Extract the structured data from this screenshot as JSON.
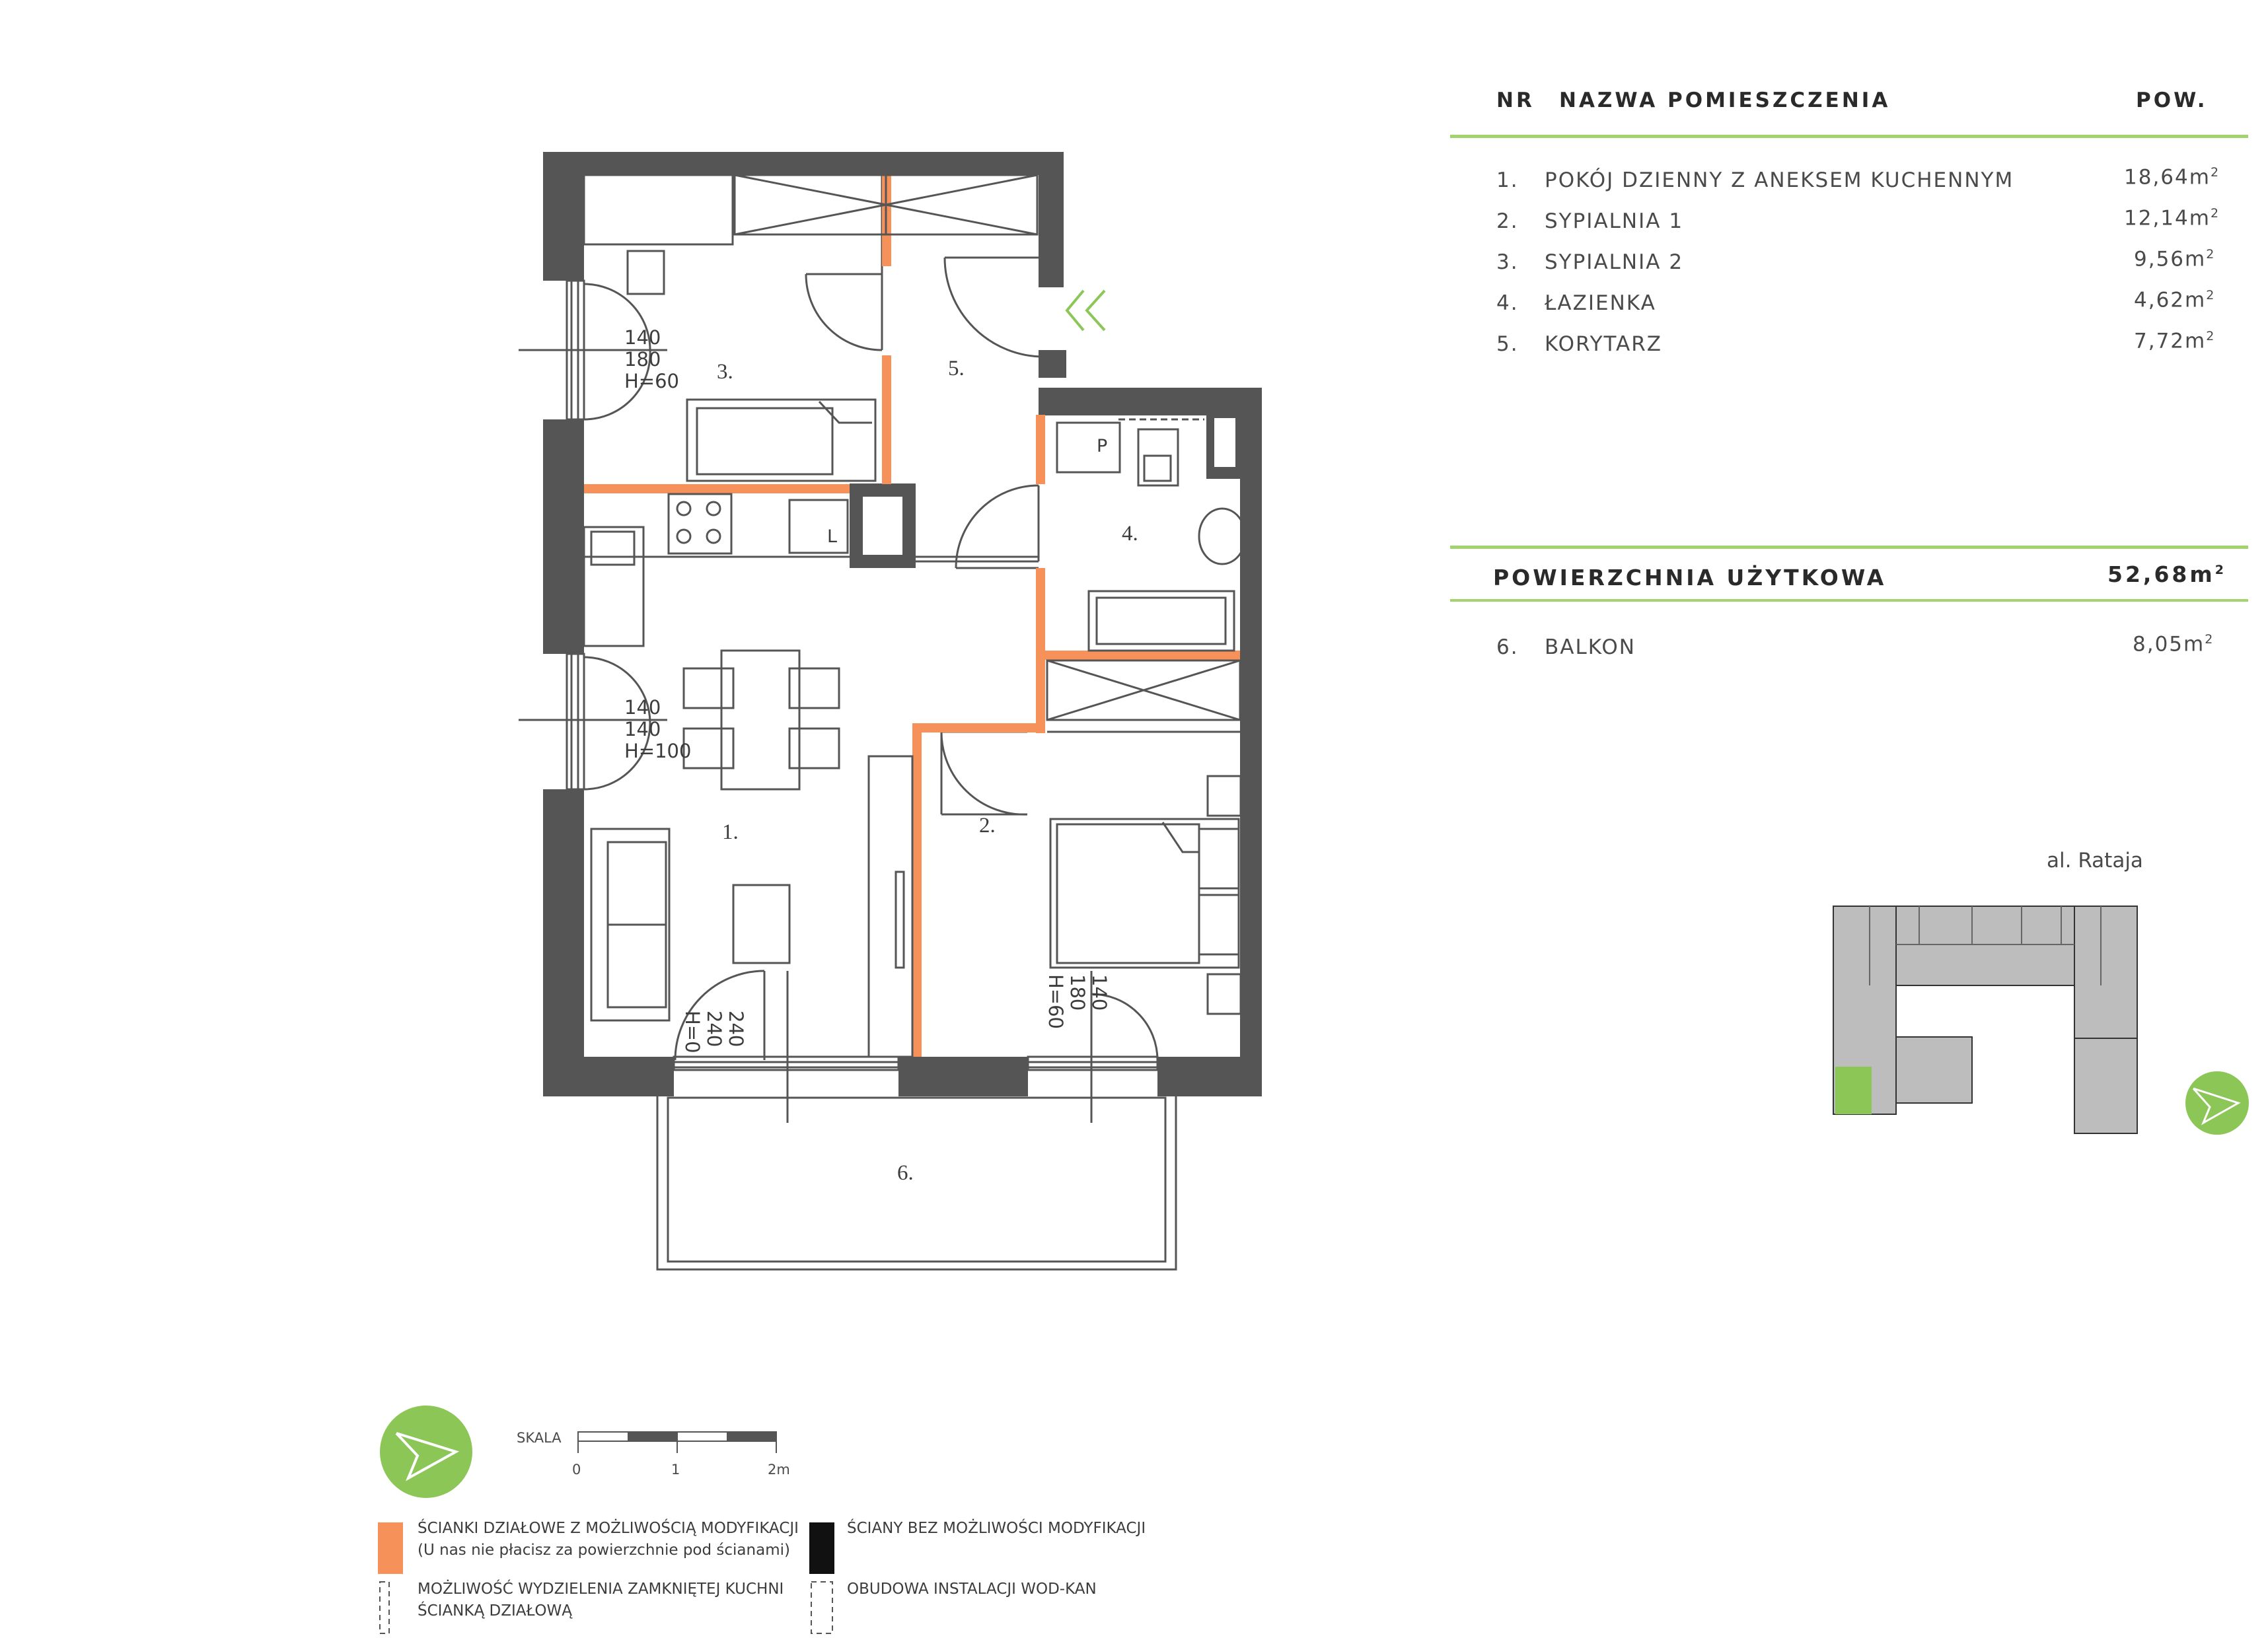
{
  "table": {
    "headers": {
      "nr": "NR",
      "name": "NAZWA POMIESZCZENIA",
      "area": "POW."
    },
    "rooms": [
      {
        "nr": "1.",
        "name": "POKÓJ DZIENNY Z ANEKSEM KUCHENNYM",
        "area": "18,64m",
        "unit_exp": "2"
      },
      {
        "nr": "2.",
        "name": "SYPIALNIA 1",
        "area": "12,14m",
        "unit_exp": "2"
      },
      {
        "nr": "3.",
        "name": "SYPIALNIA 2",
        "area": "9,56m",
        "unit_exp": "2"
      },
      {
        "nr": "4.",
        "name": "ŁAZIENKA",
        "area": "4,62m",
        "unit_exp": "2"
      },
      {
        "nr": "5.",
        "name": "KORYTARZ",
        "area": "7,72m",
        "unit_exp": "2"
      }
    ],
    "total": {
      "label": "POWIERZCHNIA UŻYTKOWA",
      "value": "52,68m",
      "unit_exp": "2"
    },
    "balcony": {
      "nr": "6.",
      "name": "BALKON",
      "area": "8,05m",
      "unit_exp": "2"
    }
  },
  "plan": {
    "room_labels": [
      "1.",
      "2.",
      "3.",
      "4.",
      "5.",
      "6."
    ],
    "window_labels": [
      [
        "140",
        "180",
        "H=60"
      ],
      [
        "140",
        "140",
        "H=100"
      ],
      [
        "240",
        "240",
        "H=0"
      ],
      [
        "140",
        "180",
        "H=60"
      ]
    ],
    "fixture_labels": {
      "washer": "P",
      "fridge": "L"
    }
  },
  "location": {
    "street": "al. Rataja"
  },
  "scale": {
    "label": "SKALA",
    "ticks": [
      "0",
      "1",
      "2m"
    ]
  },
  "legend": {
    "modifiable": [
      "ŚCIANKI DZIAŁOWE Z MOŻLIWOŚCIĄ MODYFIKACJI",
      "(U nas nie płacisz za powierzchnie pod ścianami)"
    ],
    "fixed": "ŚCIANY BEZ MOŻLIWOŚCI MODYFIKACJI",
    "kitchen": [
      "MOŻLIWOŚĆ WYDZIELENIA ZAMKNIĘTEJ KUCHNI",
      "ŚCIANKĄ DZIAŁOWĄ"
    ],
    "installation": "OBUDOWA INSTALACJI WOD-KAN"
  },
  "colors": {
    "wall": "#555555",
    "modifiable_wall": "#f6915a",
    "accent_green": "#a3d36c",
    "compass_green": "#8cc657"
  }
}
